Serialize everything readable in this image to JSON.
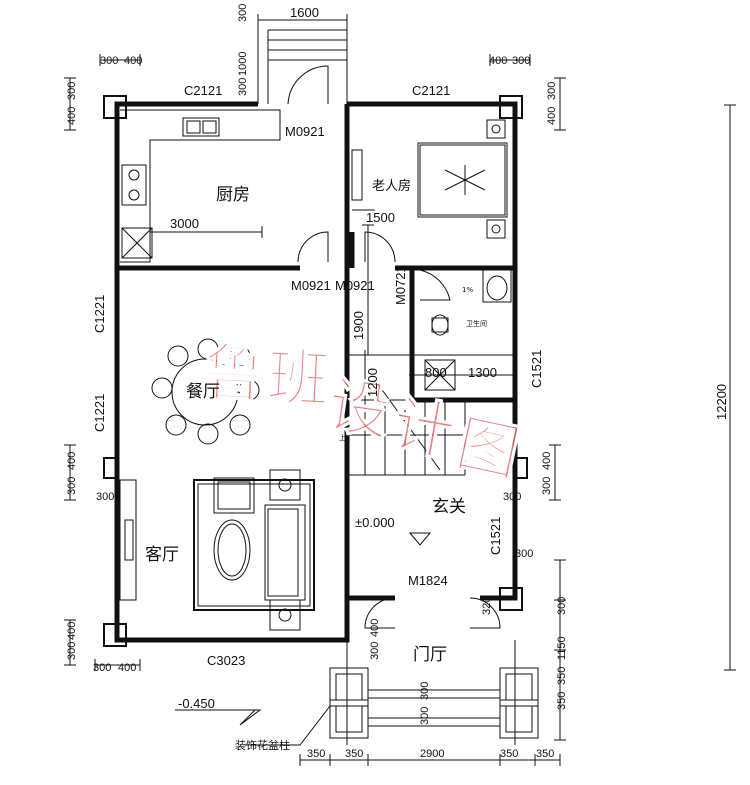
{
  "rooms": {
    "kitchen": "厨房",
    "elder_room": "老人房",
    "bathroom": "卫生间",
    "dining": "餐厅",
    "living": "客厅",
    "foyer": "玄关",
    "entry": "门厅"
  },
  "windows": {
    "c2121_left": "C2121",
    "c2121_right": "C2121",
    "c1221_upper": "C1221",
    "c1221_lower": "C1221",
    "c1521_upper": "C1521",
    "c1521_lower": "C1521",
    "c3023": "C3023"
  },
  "doors": {
    "m0921_top": "M0921",
    "m0921_mid_a": "M0921",
    "m0921_mid_b": "M0921",
    "m0721": "M0721",
    "m1824": "M1824"
  },
  "dimensions": {
    "top_1600": "1600",
    "top_300": "300",
    "top_1000": "1000",
    "top_300b": "300",
    "tl_300": "300",
    "tl_400": "400",
    "tr_400": "400",
    "tr_300": "300",
    "l_300": "300",
    "l_400": "400",
    "r_300": "300",
    "r_400": "400",
    "kitchen_3000": "3000",
    "elder_1500": "1500",
    "stair_1900": "1900",
    "stair_1200": "1200",
    "bath_800": "800",
    "bath_1300": "1300",
    "total_12200": "12200",
    "ml_400": "400",
    "ml_300": "300",
    "ml_300b": "300",
    "mr_400": "400",
    "mr_300": "300",
    "mr_300b": "300",
    "mr_300c": "300",
    "bl_300": "300",
    "bl_400": "400",
    "bl_300b": "300",
    "bl_400b": "400",
    "br_300": "300",
    "br_1150": "1150",
    "br_350a": "350",
    "br_350b": "350",
    "entry_300a": "300",
    "entry_400": "400",
    "entry_300b": "300",
    "entry_300c": "300",
    "entry_320": "320",
    "bot_350a": "350",
    "bot_350b": "350",
    "bot_2900": "2900",
    "bot_350c": "350",
    "bot_350d": "350"
  },
  "levels": {
    "floor": "±0.000",
    "outside": "-0.450"
  },
  "labels": {
    "slope": "1%",
    "stair_up": "上",
    "planter": "装饰花盆柱"
  },
  "watermark": "鲁班设计图"
}
